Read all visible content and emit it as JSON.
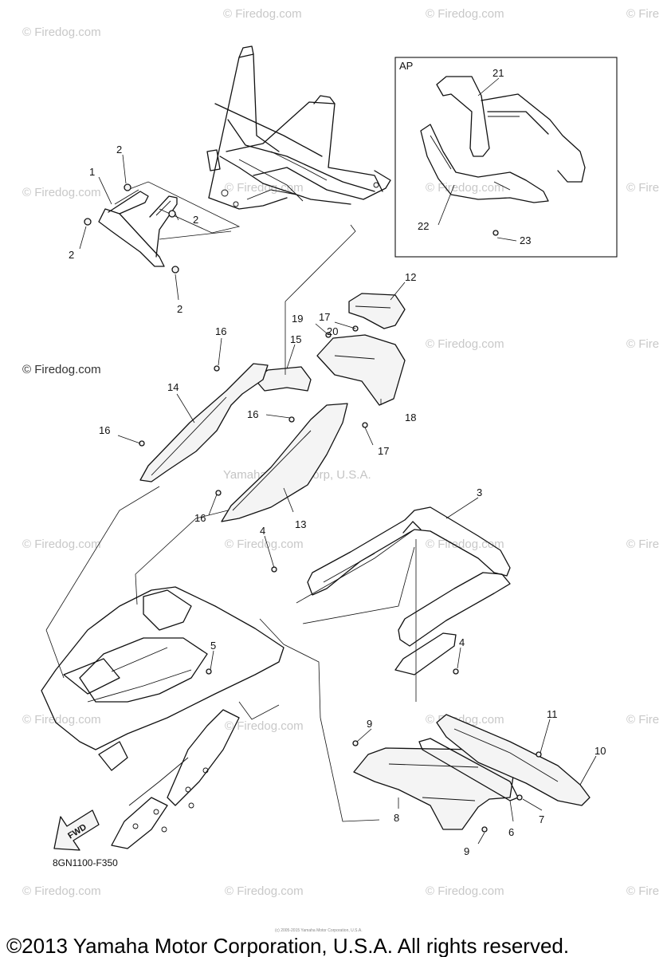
{
  "watermark": {
    "site": "© Firedog.com",
    "site_cut": "© Fire",
    "credit": "Yamaha Motor Corp, U.S.A."
  },
  "inset": {
    "label": "AP"
  },
  "callouts": [
    "1",
    "2",
    "2",
    "2",
    "2",
    "3",
    "4",
    "4",
    "5",
    "6",
    "7",
    "8",
    "9",
    "9",
    "10",
    "11",
    "12",
    "13",
    "14",
    "15",
    "16",
    "16",
    "16",
    "16",
    "17",
    "17",
    "18",
    "19",
    "20",
    "21",
    "22",
    "23"
  ],
  "diagram_code": "8GN1100-F350",
  "fwd_label": "FWD",
  "footer": {
    "copyright": "©2013 Yamaha Motor Corporation, U.S.A. All rights reserved.",
    "fineprint": "(c) 2005-2015 Yamaha Motor Corporation, U.S.A."
  }
}
